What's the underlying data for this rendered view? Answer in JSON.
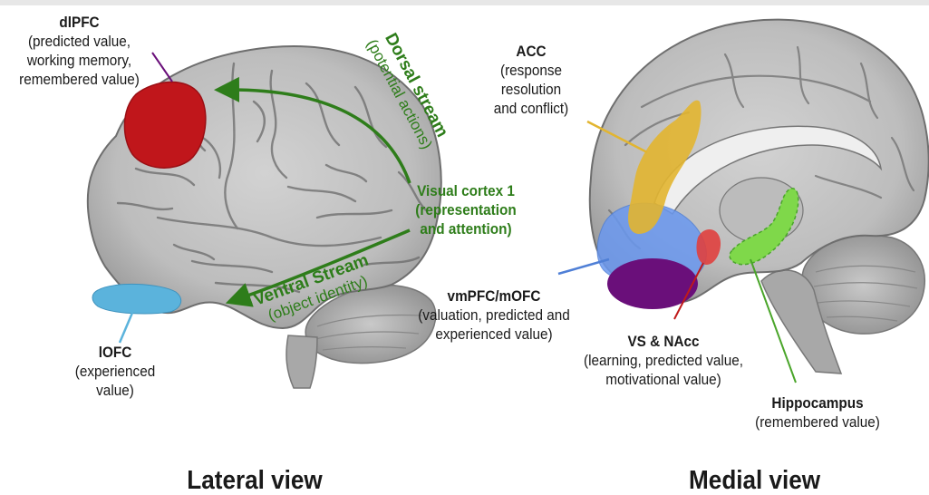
{
  "lateral": {
    "title": "Lateral view",
    "dlpfc": {
      "name": "dlPFC",
      "desc": [
        "(predicted value,",
        "working memory,",
        "remembered value)"
      ]
    },
    "lofc": {
      "name": "lOFC",
      "desc": [
        "(experienced",
        "value)"
      ]
    },
    "dorsal": {
      "name": "Dorsal stream",
      "desc": "(potential actions)"
    },
    "visual": {
      "name": "Visual cortex 1",
      "desc": [
        "(representation",
        "and attention)"
      ]
    },
    "ventral": {
      "name": "Ventral Stream",
      "desc": "(object identity)"
    }
  },
  "medial": {
    "title": "Medial view",
    "acc": {
      "name": "ACC",
      "desc": [
        "(response",
        "resolution",
        "and conflict)"
      ]
    },
    "vmpfc": {
      "name": "vmPFC/mOFC",
      "desc": [
        "(valuation, predicted and",
        "experienced value)"
      ]
    },
    "vs": {
      "name": "VS & NAcc",
      "desc": [
        "(learning, predicted value,",
        "motivational value)"
      ]
    },
    "hippocampus": {
      "name": "Hippocampus",
      "desc": "(remembered value)"
    }
  },
  "colors": {
    "dlpfc": "#c0161b",
    "lofc": "#5bb3dc",
    "stream": "#2e7d1a",
    "acc": "#e2b530",
    "vmpfc": "#6a98f0",
    "ofc_purple": "#6a0f7a",
    "vs": "#e0403e",
    "hippocampus": "#7fd84a"
  }
}
